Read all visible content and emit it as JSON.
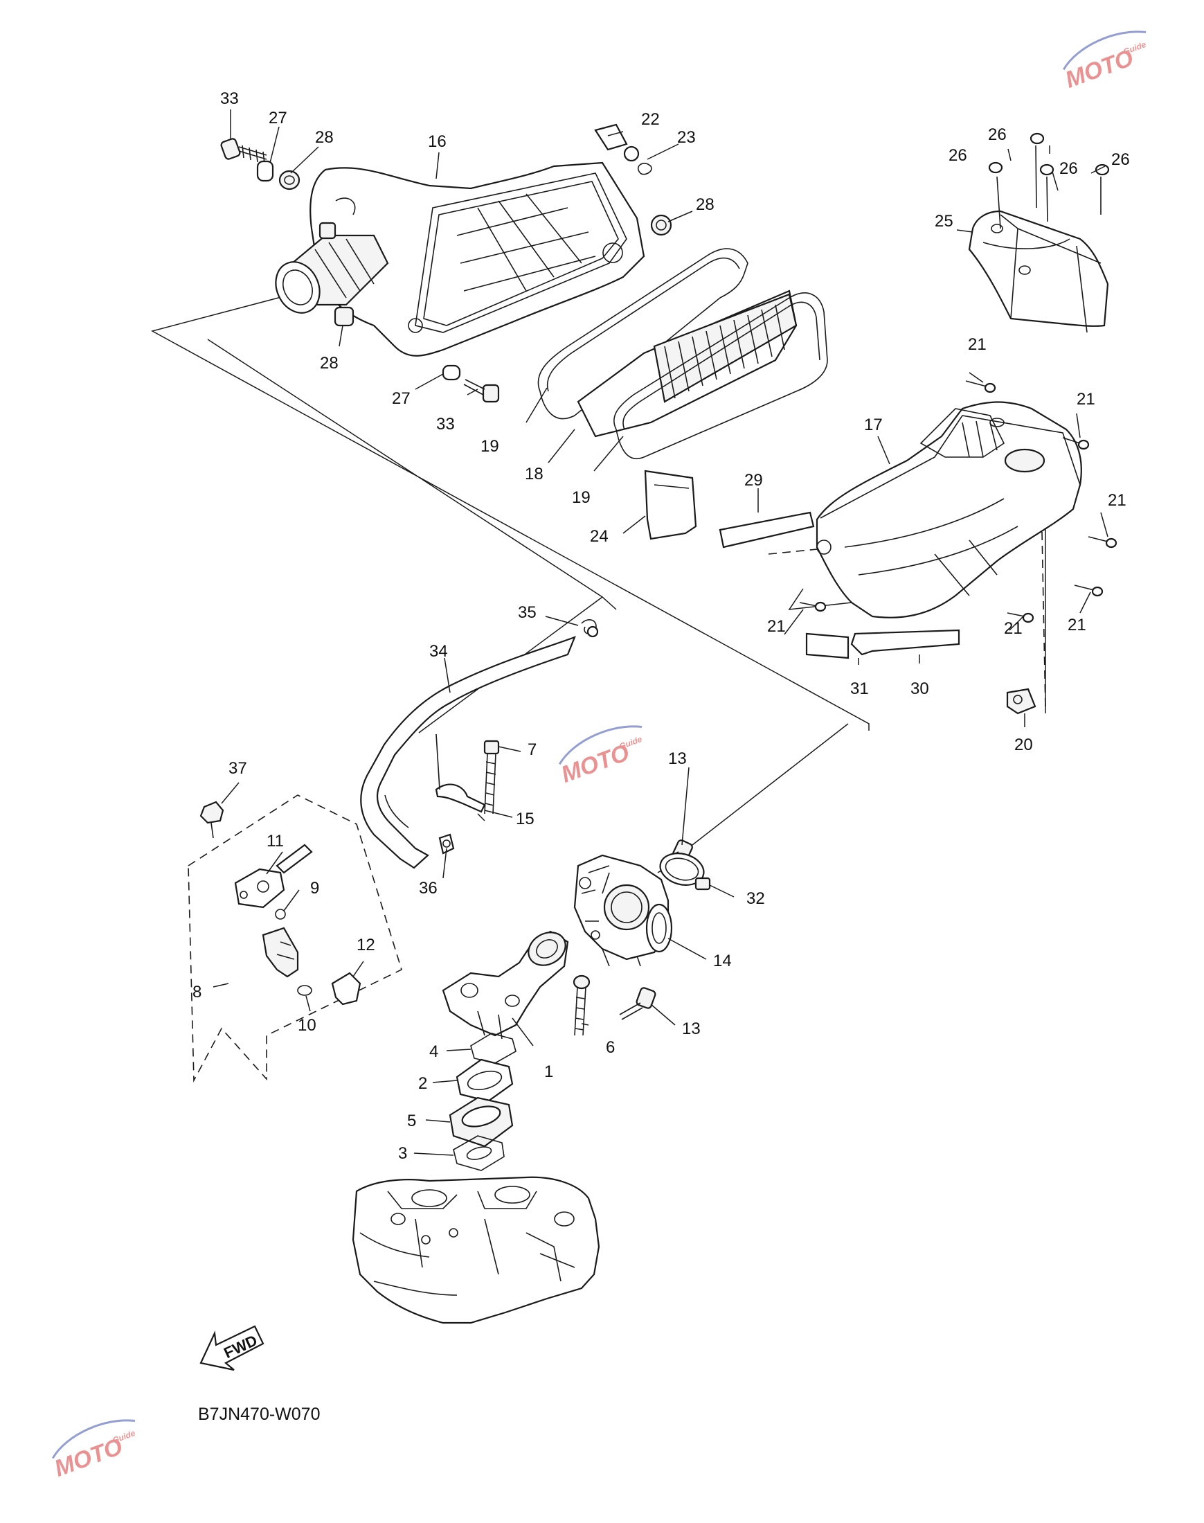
{
  "diagram": {
    "code": "B7JN470-W070",
    "fwd_label": "FWD",
    "watermark": {
      "brand": "MOTO",
      "sub": "Guide",
      "colors": {
        "red": "#d93a3a",
        "blue": "#3b4fb0"
      }
    },
    "callouts": [
      {
        "n": "33"
      },
      {
        "n": "27"
      },
      {
        "n": "28"
      },
      {
        "n": "16"
      },
      {
        "n": "22"
      },
      {
        "n": "23"
      },
      {
        "n": "28"
      },
      {
        "n": "26"
      },
      {
        "n": "26"
      },
      {
        "n": "26"
      },
      {
        "n": "26"
      },
      {
        "n": "25"
      },
      {
        "n": "28"
      },
      {
        "n": "27"
      },
      {
        "n": "33"
      },
      {
        "n": "19"
      },
      {
        "n": "18"
      },
      {
        "n": "19"
      },
      {
        "n": "21"
      },
      {
        "n": "21"
      },
      {
        "n": "17"
      },
      {
        "n": "21"
      },
      {
        "n": "29"
      },
      {
        "n": "24"
      },
      {
        "n": "21"
      },
      {
        "n": "21"
      },
      {
        "n": "21"
      },
      {
        "n": "35"
      },
      {
        "n": "34"
      },
      {
        "n": "31"
      },
      {
        "n": "30"
      },
      {
        "n": "20"
      },
      {
        "n": "7"
      },
      {
        "n": "37"
      },
      {
        "n": "13"
      },
      {
        "n": "15"
      },
      {
        "n": "11"
      },
      {
        "n": "9"
      },
      {
        "n": "36"
      },
      {
        "n": "32"
      },
      {
        "n": "12"
      },
      {
        "n": "14"
      },
      {
        "n": "8"
      },
      {
        "n": "10"
      },
      {
        "n": "6"
      },
      {
        "n": "13"
      },
      {
        "n": "4"
      },
      {
        "n": "1"
      },
      {
        "n": "2"
      },
      {
        "n": "5"
      },
      {
        "n": "3"
      }
    ]
  }
}
